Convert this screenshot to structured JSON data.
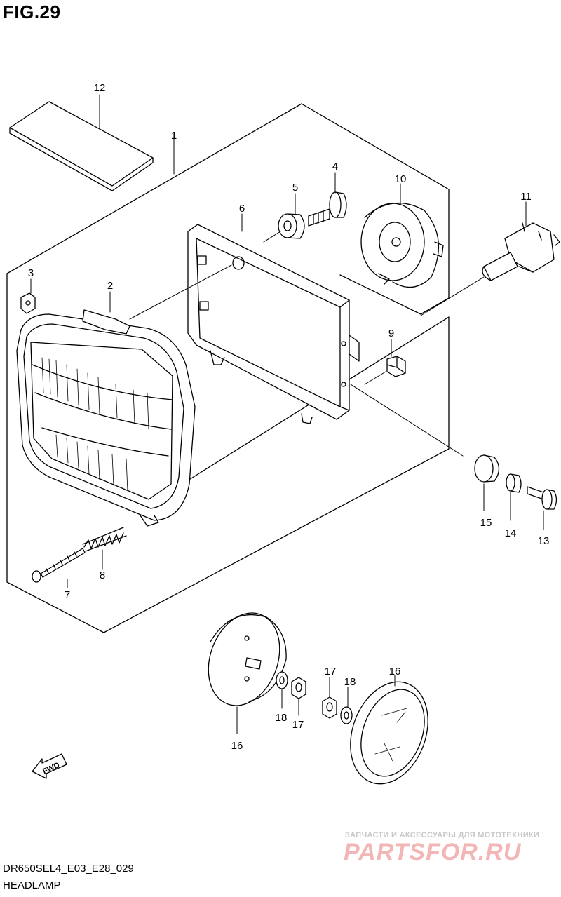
{
  "title": "FIG.29",
  "footer": {
    "code": "DR650SEL4_E03_E28_029",
    "name": "HEADLAMP"
  },
  "watermark": {
    "tagline": "ЗАПЧАСТИ И АКСЕССУАРЫ ДЛЯ МОТОТЕХНИКИ",
    "brand": "PARTSFOR.RU"
  },
  "fwd_label": "FWD",
  "part_labels": {
    "p1": "1",
    "p2": "2",
    "p3": "3",
    "p4": "4",
    "p5": "5",
    "p6": "6",
    "p7": "7",
    "p8": "8",
    "p9": "9",
    "p10": "10",
    "p11": "11",
    "p12": "12",
    "p13": "13",
    "p14": "14",
    "p15": "15",
    "p16a": "16",
    "p16b": "16",
    "p17a": "17",
    "p17b": "17",
    "p18a": "18",
    "p18b": "18"
  }
}
